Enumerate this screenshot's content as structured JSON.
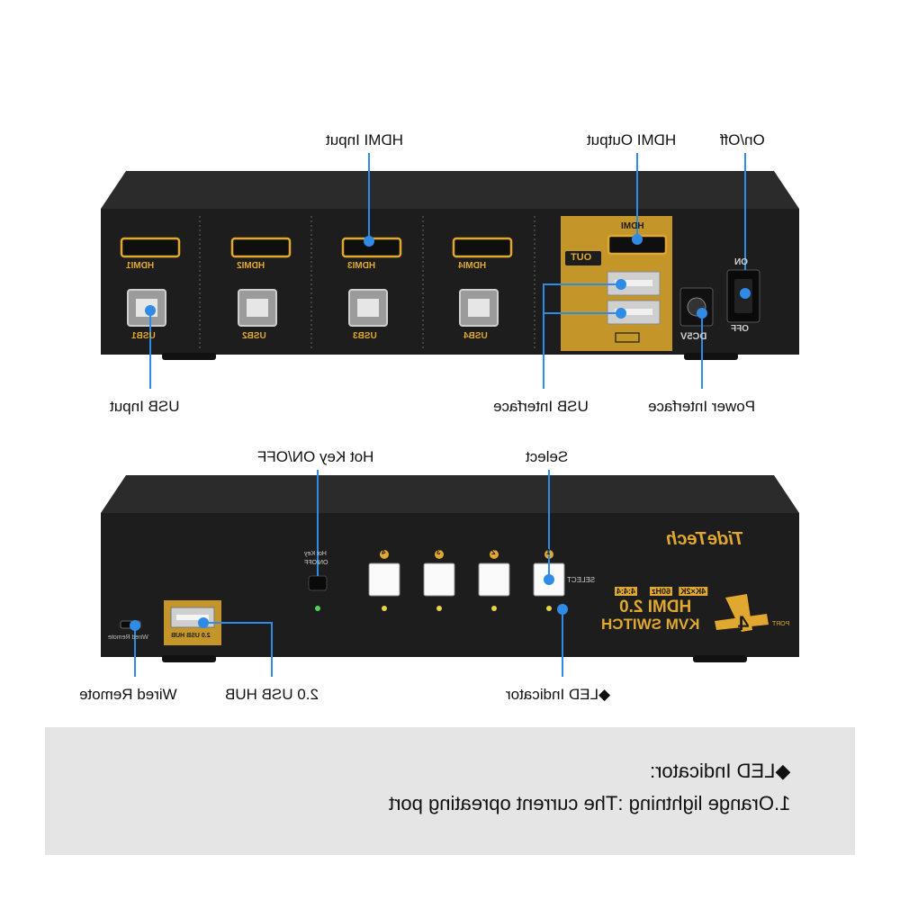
{
  "rear_panel": {
    "hdmi_labels": [
      "HDMI1",
      "HDMI2",
      "HDMI3",
      "HDMI4"
    ],
    "usb_labels": [
      "USB1",
      "USB2",
      "USB3",
      "USB4"
    ],
    "out_badge": "OUT",
    "out_hdmi_label": "HDMI",
    "dc_label": "DC5V",
    "switch_on": "ON",
    "switch_off": "OFF",
    "callouts": {
      "hdmi_input": "HDMI Input",
      "hdmi_output": "HDMI Output",
      "on_off": "On/Off",
      "usb_input": "USB Input",
      "usb_interface": "USB Interface",
      "power_interface": "Power Interface"
    }
  },
  "front_panel": {
    "brand": "TideTech",
    "badges": [
      "4K×2K",
      "60Hz",
      "4:4:4"
    ],
    "model_line1": "HDMI 2.0",
    "model_line2": "KVM SWITCH",
    "port_count": "4",
    "port_word": "PORT",
    "select_label": "SELECT",
    "hotkey_label_1": "Hot Key",
    "hotkey_label_2": "ON/OFF",
    "usb_hub_label": "2.0 USB HUB",
    "wired_remote_label": "Wired Remote",
    "button_numbers": [
      "1",
      "2",
      "3",
      "4"
    ],
    "callouts": {
      "hot_key": "Hot Key ON/OFF",
      "select": "Select",
      "wired_remote": "Wired Remote",
      "usb_hub": "2.0 USB HUB",
      "led_indicator": "◆LED Indicator"
    }
  },
  "note": {
    "title": "◆LED Indicator:",
    "line": "1.Orange lightning :The current opreating port"
  },
  "colors": {
    "device_body": "#1d1d1d",
    "gold": "#e0a82e",
    "callout_line": "#2f8be6",
    "led": "#e8d24a",
    "note_bg": "#e5e5e5"
  }
}
